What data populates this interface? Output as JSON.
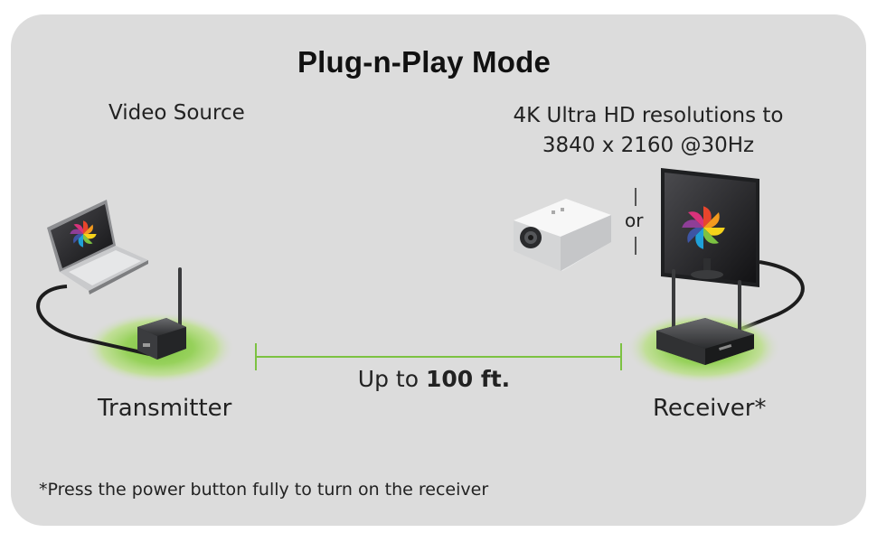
{
  "title": "Plug-n-Play Mode",
  "video_source_label": "Video Source",
  "resolution_label": "4K Ultra HD resolutions to 3840 x 2160 @30Hz",
  "or_label": "or",
  "transmitter_label": "Transmitter",
  "receiver_label": "Receiver*",
  "range": {
    "prefix": "Up to",
    "value": "100 ft."
  },
  "footnote": "*Press the power button fully to turn on the receiver",
  "colors": {
    "panel": "#dcdcdc",
    "accent_green": "#7cc242",
    "device": "#3a3b3d"
  },
  "icons": [
    "laptop-icon",
    "transmitter-device-icon",
    "projector-icon",
    "monitor-icon",
    "receiver-device-icon",
    "color-wheel-logo-icon"
  ]
}
